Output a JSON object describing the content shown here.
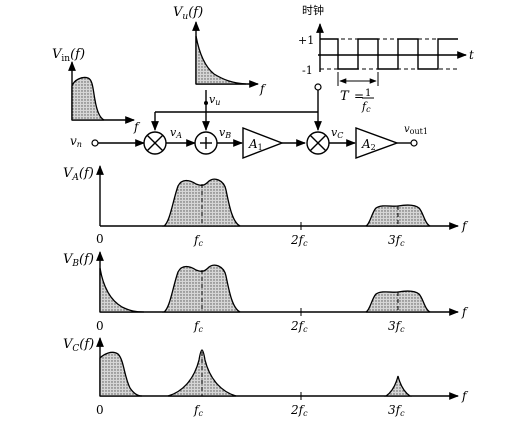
{
  "clock": {
    "label": "时钟",
    "plus": "+1",
    "minus": "-1",
    "t_axis": "t",
    "period_T": "T",
    "period_eq": "=",
    "period_num": "1",
    "period_den": "f",
    "period_den_sub": "c"
  },
  "input_spectrum": {
    "label": "V",
    "sub": "in",
    "tail": "(f)",
    "f": "f"
  },
  "modulation_spectrum": {
    "label": "V",
    "sub": "u",
    "tail": "(f)",
    "f": "f"
  },
  "blocks": {
    "input": {
      "label": "v",
      "sub": "n"
    },
    "vu": {
      "label": "v",
      "sub": "u"
    },
    "vA": {
      "label": "v",
      "sub": "A"
    },
    "vB": {
      "label": "v",
      "sub": "B"
    },
    "vC": {
      "label": "v",
      "sub": "C"
    },
    "amp1": {
      "label": "A",
      "sub": "1"
    },
    "amp2": {
      "label": "A",
      "sub": "2"
    },
    "output": {
      "label": "v",
      "sub": "out1"
    }
  },
  "plots": [
    {
      "name": "VA",
      "title": "V",
      "sub": "A",
      "tail": "(f)"
    },
    {
      "name": "VB",
      "title": "V",
      "sub": "B",
      "tail": "(f)"
    },
    {
      "name": "VC",
      "title": "V",
      "sub": "C",
      "tail": "(f)"
    }
  ],
  "axis": {
    "zero": "0",
    "fc": "f",
    "fc_sub": "c",
    "two": "2f",
    "two_sub": "c",
    "three": "3f",
    "three_sub": "c",
    "f": "f"
  }
}
